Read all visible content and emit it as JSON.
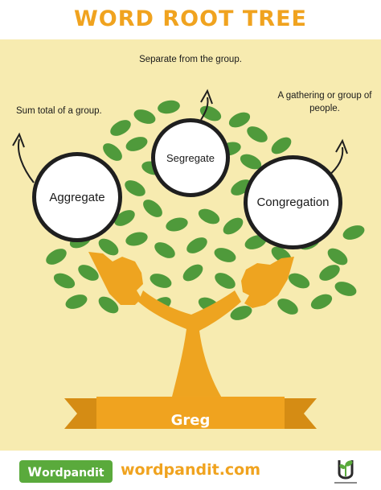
{
  "title": "WORD ROOT TREE",
  "root_word": "Greg",
  "words": [
    {
      "word": "Aggregate",
      "definition": "Sum total of a group."
    },
    {
      "word": "Segregate",
      "definition": "Separate from the group."
    },
    {
      "word": "Congregation",
      "definition": "A gathering or group of people."
    }
  ],
  "footer": {
    "logo_text": "ordpandit",
    "site": "wordpandit.com"
  },
  "colors": {
    "accent": "#f0a31f",
    "panel": "#f7ebb0",
    "leaf": "#4f9a3b",
    "trunk": "#eea420",
    "ribbon": "#f0a31f",
    "outline": "#1f1f1f"
  },
  "icons": {
    "arrows": "curved-arrow-icon",
    "logo": "wordpandit-logo-icon",
    "partner_logo": "learning-sprout-icon"
  }
}
